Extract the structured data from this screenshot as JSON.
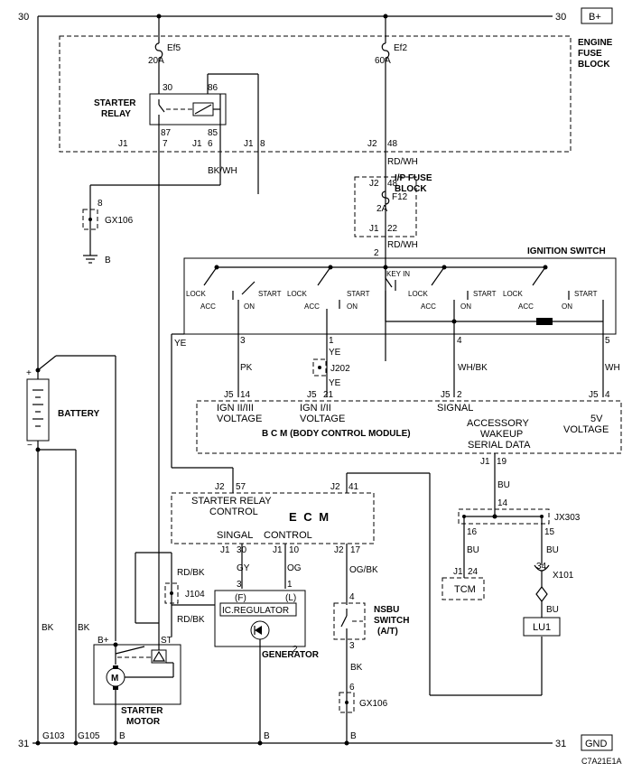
{
  "terminals": {
    "t30_left": "30",
    "t30_right": "30",
    "bplus": "B+",
    "t31_left": "31",
    "t31_right": "31",
    "gnd": "GND",
    "ref_code": "C7A21E1A"
  },
  "engine_fuse_block": {
    "title_line1": "ENGINE",
    "title_line2": "FUSE",
    "title_line3": "BLOCK",
    "ef5": "Ef5",
    "ef5_rating": "20A",
    "ef2": "Ef2",
    "ef2_rating": "60A",
    "starter_relay_line1": "STARTER",
    "starter_relay_line2": "RELAY",
    "pin30": "30",
    "pin86": "86",
    "pin87": "87",
    "pin85": "85",
    "j1_7_conn": "J1",
    "j1_7_pin": "7",
    "j1_6_conn": "J1",
    "j1_6_pin": "6",
    "j1_8_conn": "J1",
    "j1_8_pin": "8",
    "j2_48_conn": "J2",
    "j2_48_pin": "48"
  },
  "wires": {
    "bk_wh": "BK/WH",
    "rd_wh_1": "RD/WH",
    "rd_wh_2": "RD/WH",
    "ye_left": "YE",
    "ye_j202_top": "YE",
    "ye_j202_bottom": "YE",
    "pk": "PK",
    "wh_bk": "WH/BK",
    "wh": "WH",
    "bu_1": "BU",
    "bu_2": "BU",
    "bu_3": "BU",
    "bu_4": "BU",
    "gy": "GY",
    "og": "OG",
    "og_bk": "OG/BK",
    "rd_bk_1": "RD/BK",
    "rd_bk_2": "RD/BK",
    "bk_1": "BK",
    "bk_2": "BK",
    "bk_3": "BK",
    "b_1": "B",
    "b_2": "B",
    "b_3": "B",
    "b_4": "B"
  },
  "gx106_top": {
    "pin": "8",
    "label": "GX106"
  },
  "ip_fuse_block": {
    "title_line1": "I/P FUSE",
    "title_line2": "BLOCK",
    "j2": "J2",
    "pin48": "48",
    "f12": "F12",
    "rating": "2A",
    "j1": "J1",
    "pin22": "22"
  },
  "ignition_switch": {
    "title": "IGNITION SWITCH",
    "pin2": "2",
    "key_in": "KEY IN",
    "lock": "LOCK",
    "acc": "ACC",
    "on": "ON",
    "start": "START",
    "pin3": "3",
    "pin1": "1",
    "pin4": "4",
    "pin5": "5"
  },
  "j202": "J202",
  "bcm": {
    "title": "B C M (BODY CONTROL MODULE)",
    "j5_14_conn": "J5",
    "j5_14_pin": "14",
    "j5_21_conn": "J5",
    "j5_21_pin": "21",
    "j5_2_conn": "J5",
    "j5_2_pin": "2",
    "j5_4_conn": "J5",
    "j5_4_pin": "4",
    "ign23": "IGN II/III",
    "ign23_v": "VOLTAGE",
    "ign12": "IGN I/II",
    "ign12_v": "VOLTAGE",
    "signal": "SIGNAL",
    "v5": "5V",
    "v5_v": "VOLTAGE",
    "accessory": "ACCESSORY",
    "wakeup": "WAKEUP",
    "serial": "SERIAL DATA",
    "j1_19_conn": "J1",
    "j1_19_pin": "19"
  },
  "battery": {
    "label": "BATTERY",
    "plus": "+",
    "minus": "−"
  },
  "ecm": {
    "title": "E C M",
    "j2_57_conn": "J2",
    "j2_57_pin": "57",
    "j2_41_conn": "J2",
    "j2_41_pin": "41",
    "relay_ctrl_1": "STARTER RELAY",
    "relay_ctrl_2": "CONTROL",
    "singal": "SINGAL",
    "control": "CONTROL",
    "j1_30_conn": "J1",
    "j1_30_pin": "30",
    "j1_10_conn": "J1",
    "j1_10_pin": "10",
    "j2_17_conn": "J2",
    "j2_17_pin": "17"
  },
  "jx303": {
    "label": "JX303",
    "pin14": "14",
    "pin16": "16",
    "pin15": "15"
  },
  "tcm": {
    "label": "TCM",
    "conn": "J1",
    "pin": "24"
  },
  "x101": {
    "pin": "34",
    "label": "X101"
  },
  "lu1": "LU1",
  "j104": "J104",
  "generator": {
    "pin3": "3",
    "pin1": "1",
    "pin2": "2",
    "f": "(F)",
    "l": "(L)",
    "regulator": "IC.REGULATOR",
    "label": "GENERATOR"
  },
  "nsbu": {
    "line1": "NSBU",
    "line2": "SWITCH",
    "line3": "(A/T)",
    "pin4": "4",
    "pin3": "3"
  },
  "gx106_bottom": {
    "pin": "6",
    "label": "GX106"
  },
  "starter_motor": {
    "bplus": "B+",
    "st": "ST",
    "m": "M",
    "line1": "STARTER",
    "line2": "MOTOR"
  },
  "grounds": {
    "g103": "G103",
    "g105": "G105",
    "b_gx": "B"
  }
}
